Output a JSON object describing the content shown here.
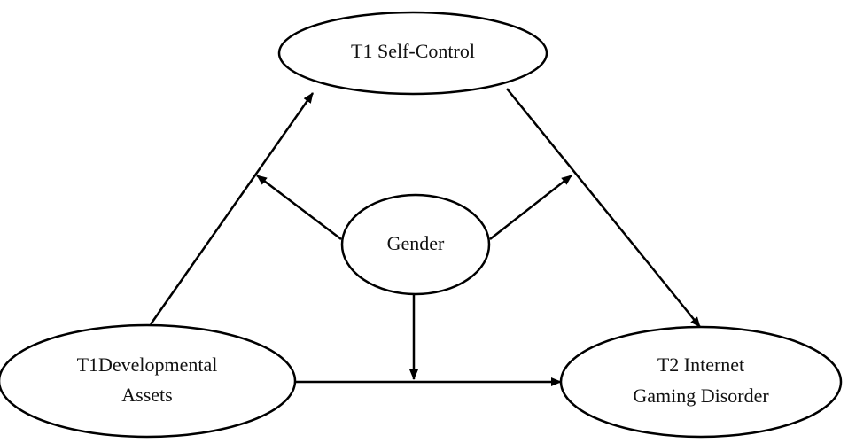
{
  "nodes": {
    "self_control": {
      "label": "T1 Self-Control"
    },
    "gender": {
      "label": "Gender"
    },
    "developmental_assets": {
      "line1": "T1Developmental",
      "line2": "Assets"
    },
    "internet_gaming": {
      "line1": "T2 Internet",
      "line2": "Gaming Disorder"
    }
  },
  "edges": [
    {
      "from": "T1Developmental Assets",
      "to": "T1 Self-Control"
    },
    {
      "from": "T1 Self-Control",
      "to": "T2 Internet Gaming Disorder"
    },
    {
      "from": "T1Developmental Assets",
      "to": "T2 Internet Gaming Disorder"
    },
    {
      "from": "Gender",
      "to": "T1Developmental Assets → T1 Self-Control",
      "type": "moderation"
    },
    {
      "from": "Gender",
      "to": "T1 Self-Control → T2 Internet Gaming Disorder",
      "type": "moderation"
    },
    {
      "from": "Gender",
      "to": "T1Developmental Assets → T2 Internet Gaming Disorder",
      "type": "moderation"
    }
  ],
  "colors": {
    "stroke": "#000000",
    "fill": "#ffffff",
    "text": "#111111"
  }
}
